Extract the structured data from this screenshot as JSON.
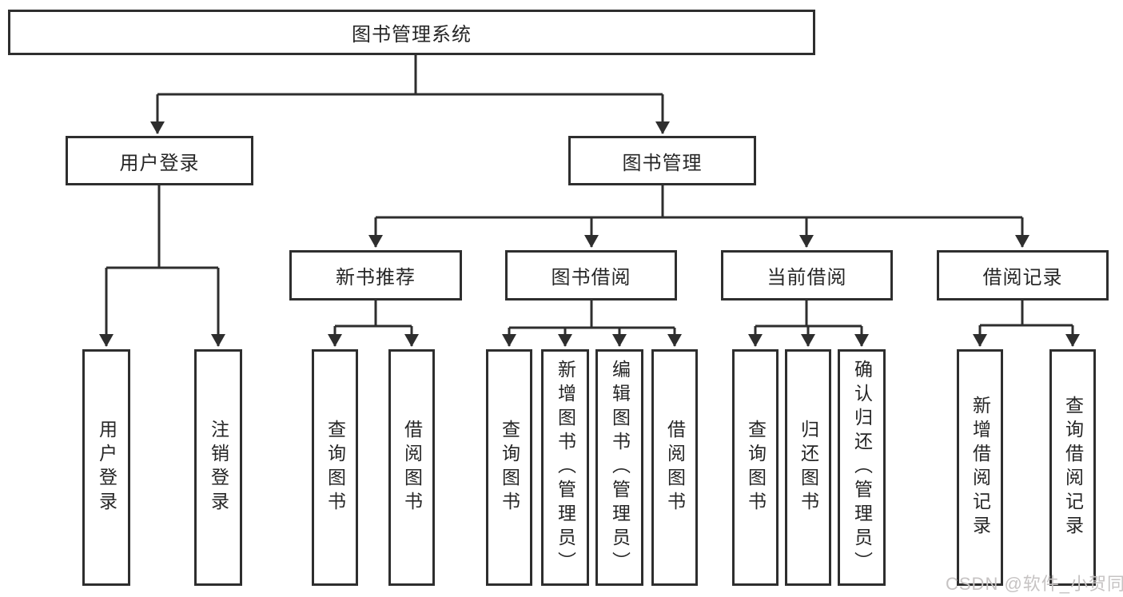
{
  "tree": {
    "label": "图书管理系统",
    "children": [
      {
        "label": "用户登录",
        "children": [
          {
            "label": "用户登录"
          },
          {
            "label": "注销登录"
          }
        ]
      },
      {
        "label": "图书管理",
        "children": [
          {
            "label": "新书推荐",
            "children": [
              {
                "label": "查询图书"
              },
              {
                "label": "借阅图书"
              }
            ]
          },
          {
            "label": "图书借阅",
            "children": [
              {
                "label": "查询图书"
              },
              {
                "label": "新增图书（管理员）"
              },
              {
                "label": "编辑图书（管理员）"
              },
              {
                "label": "借阅图书"
              }
            ]
          },
          {
            "label": "当前借阅",
            "children": [
              {
                "label": "查询图书"
              },
              {
                "label": "归还图书"
              },
              {
                "label": "确认归还（管理员）"
              }
            ]
          },
          {
            "label": "借阅记录",
            "children": [
              {
                "label": "新增借阅记录"
              },
              {
                "label": "查询借阅记录"
              }
            ]
          }
        ]
      }
    ]
  },
  "watermark": "CSDN @软件_小贺同学",
  "colors": {
    "line": "#2e2e2e",
    "text": "#262626",
    "watermark": "#c6c3c3",
    "background": "#ffffff"
  }
}
